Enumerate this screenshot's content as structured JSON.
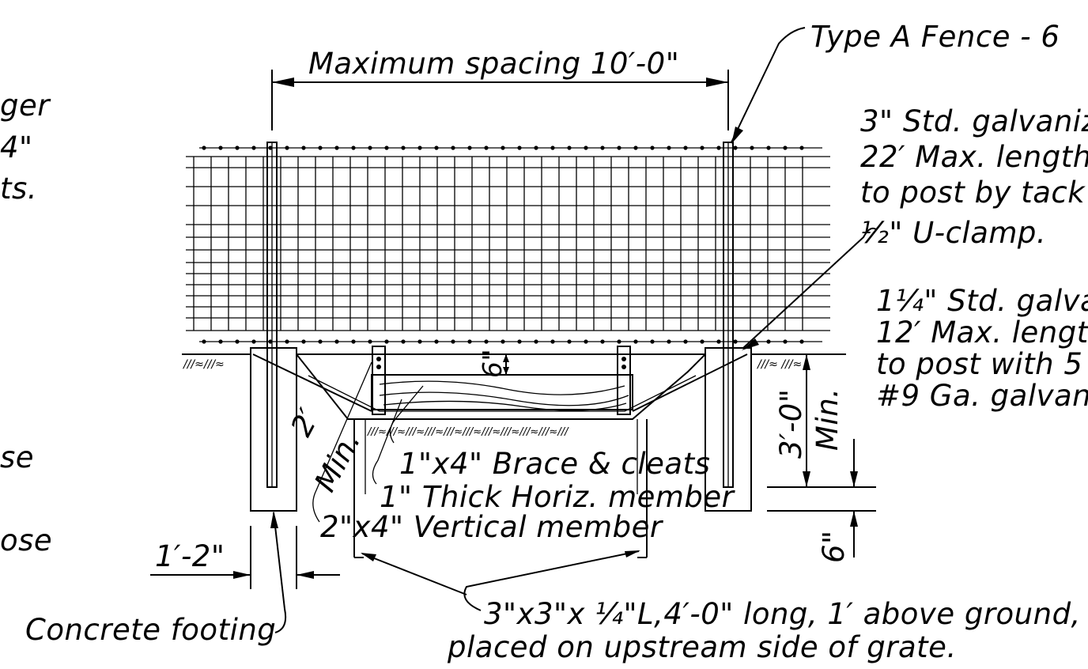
{
  "labels": {
    "type_a_fence": "Type A Fence - 6",
    "max_spacing": "Maximum spacing 10′-0\"",
    "std_galv_3_l1": "3\" Std. galvaniz",
    "std_galv_3_l2": "22′ Max. length",
    "std_galv_3_l3": "to post by tack",
    "std_galv_3_l4": "½\" U-clamp.",
    "std_galv_114_l1": "1¼\" Std. galva",
    "std_galv_114_l2": "12′ Max. lengt",
    "std_galv_114_l3": "to post with 5",
    "std_galv_114_l4": "#9 Ga. galvan",
    "left_frag_1": "ger",
    "left_frag_2": "4\"",
    "left_frag_3": "ts.",
    "left_frag_4": "se",
    "left_frag_5": "ose",
    "six_inch_top": "6\"",
    "two_min_1": "2′",
    "two_min_2": "Min.",
    "brace_cleats": "1\"x4\" Brace & cleats",
    "horiz_member": "1\" Thick Horiz. member",
    "vertical_member": "2\"x4\" Vertical member",
    "one_ft_two": "1′-2\"",
    "three_ft": "3′-0\"",
    "three_ft_min": "Min.",
    "six_inch_bottom": "6\"",
    "concrete_footing": "Concrete footing",
    "angle_l1": "3\"x3\"x ¼\"L,4′-0\" long, 1′ above ground,",
    "angle_l2": "placed on upstream side of grate."
  }
}
